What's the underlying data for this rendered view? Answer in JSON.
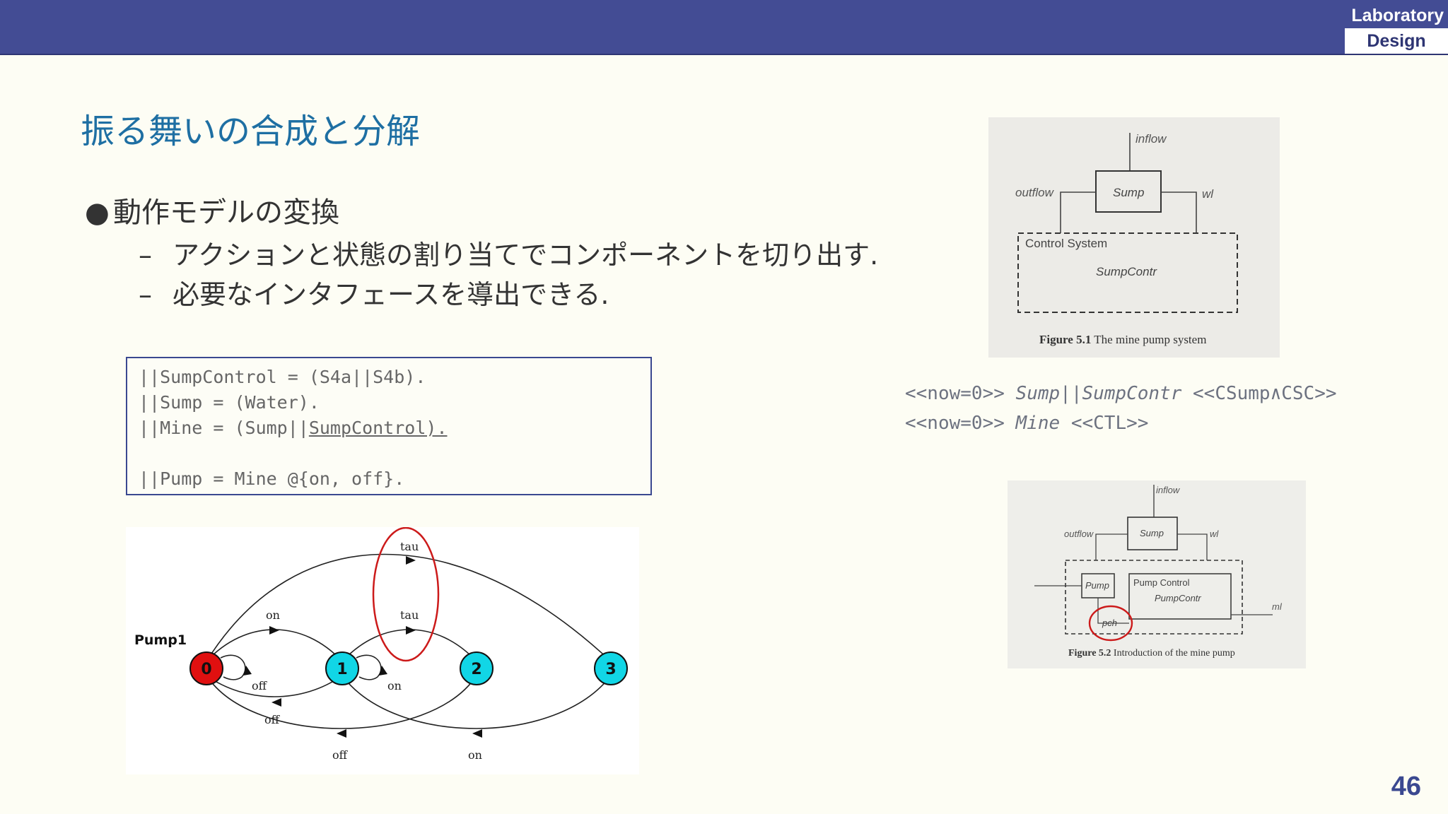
{
  "header": {
    "badge_top": "Laboratory",
    "badge_bottom": "Design"
  },
  "slide": {
    "title": "振る舞いの合成と分解",
    "bullets": [
      {
        "text": "動作モデルの変換"
      }
    ],
    "subbullets": [
      {
        "dash": "–",
        "text": "アクションと状態の割り当てでコンポーネントを切り出す."
      },
      {
        "dash": "–",
        "text": "必要なインタフェースを導出できる."
      }
    ],
    "code": {
      "line1": "||SumpControl = (S4a||S4b).",
      "line2": "||Sump = (Water).",
      "line3_a": "||Mine = (Sump||",
      "line3_b": "SumpControl).",
      "line4": "||Pump = Mine @{on, off}."
    },
    "formulas": {
      "f1_a": "<<now=0>> ",
      "f1_b": "Sump||SumpContr",
      "f1_c": " <<CSump∧CSC>>",
      "f2_a": "<<now=0>> ",
      "f2_b": "Mine",
      "f2_c": " <<CTL>>"
    },
    "page_number": "46"
  },
  "figure1": {
    "inflow": "inflow",
    "outflow": "outflow",
    "sump": "Sump",
    "wl": "wl",
    "control_system": "Control System",
    "sump_contr": "SumpContr",
    "caption_bold": "Figure 5.1",
    "caption": " The mine pump system"
  },
  "figure2": {
    "inflow": "inflow",
    "outflow": "outflow",
    "sump": "Sump",
    "wl": "wl",
    "pump": "Pump",
    "pump_control": "Pump Control",
    "pump_contr": "PumpContr",
    "ml": "ml",
    "pch": "pch",
    "caption_bold": "Figure 5.2",
    "caption": " Introduction of the mine pump"
  },
  "lts": {
    "name": "Pump1",
    "states": [
      "0",
      "1",
      "2",
      "3"
    ],
    "labels": {
      "tau_outer": "tau",
      "on_top": "on",
      "tau_inner": "tau",
      "off_self": "off",
      "on_self": "on",
      "off_mid": "off",
      "off_bottom": "off",
      "on_bottom": "on"
    },
    "colors": {
      "initial": "#e01010",
      "state": "#11d6e6",
      "highlight": "#cc1a1a"
    }
  }
}
